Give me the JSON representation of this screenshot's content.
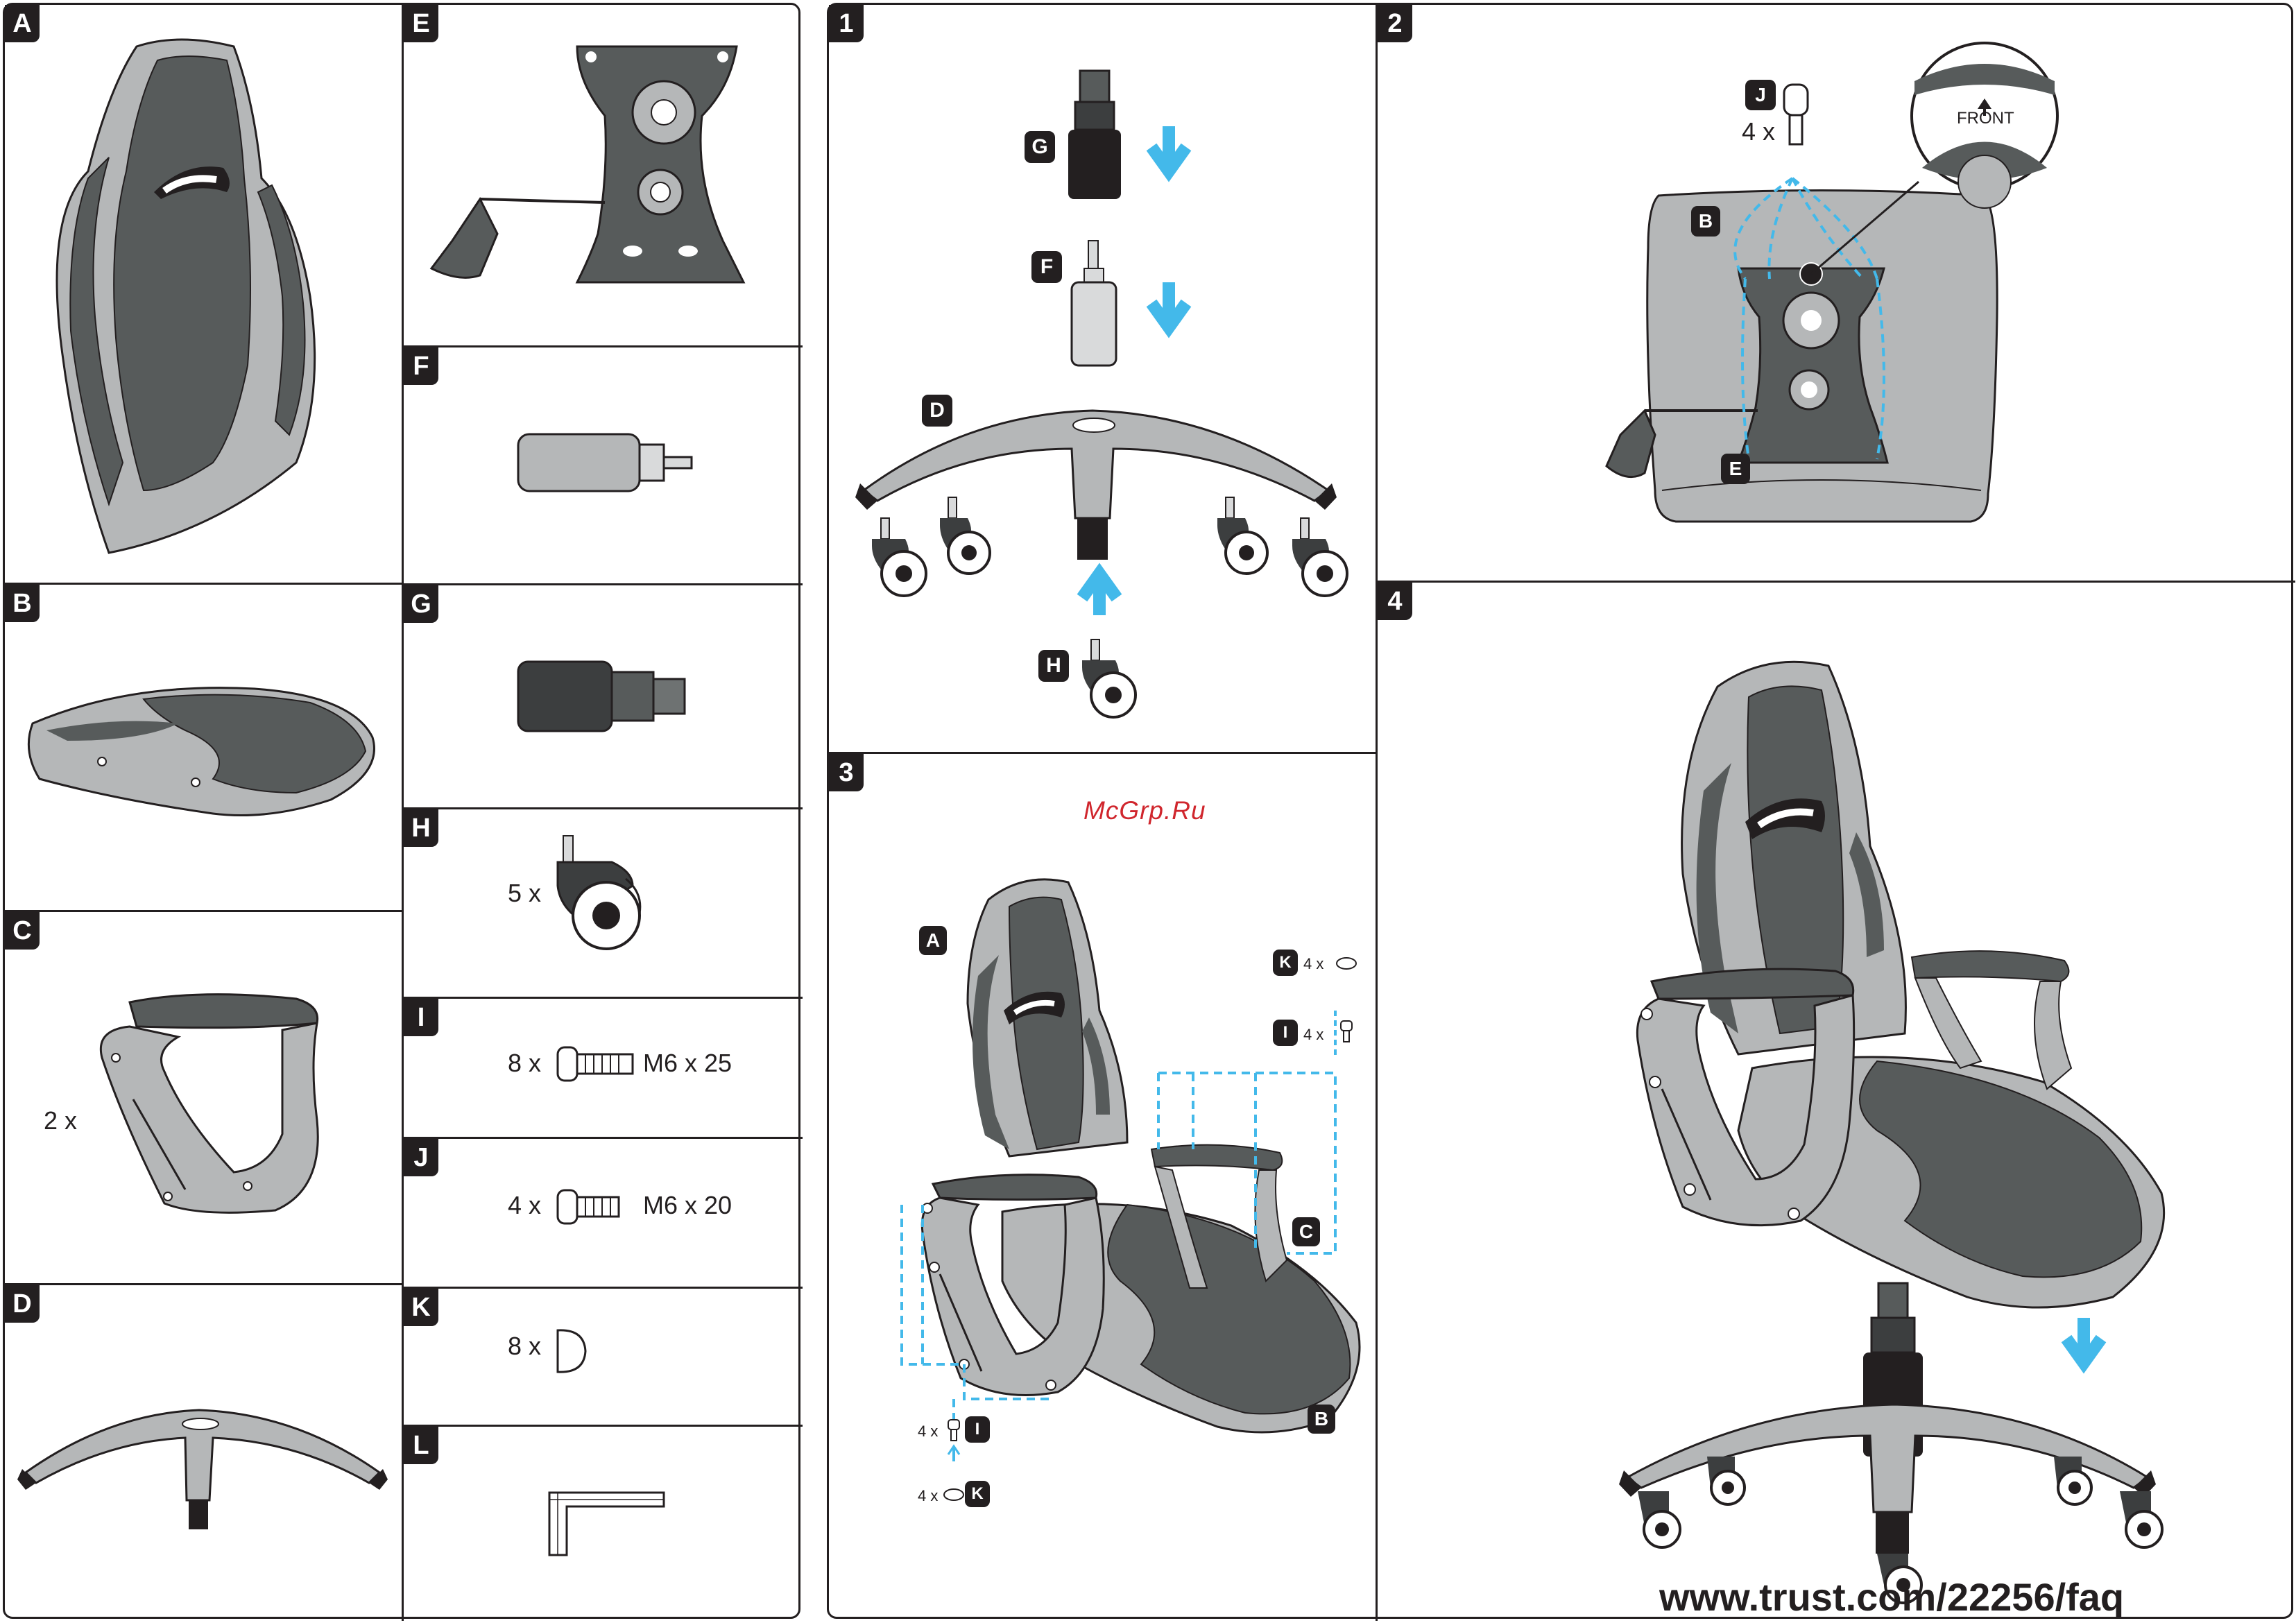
{
  "parts": {
    "A": {
      "label": "A"
    },
    "B": {
      "label": "B"
    },
    "C": {
      "label": "C",
      "qty": "2 x"
    },
    "D": {
      "label": "D"
    },
    "E": {
      "label": "E"
    },
    "F": {
      "label": "F"
    },
    "G": {
      "label": "G"
    },
    "H": {
      "label": "H",
      "qty": "5 x"
    },
    "I": {
      "label": "I",
      "qty": "8 x",
      "size": "M6 x 25"
    },
    "J": {
      "label": "J",
      "qty": "4 x",
      "size": "M6 x 20"
    },
    "K": {
      "label": "K",
      "qty": "8 x"
    },
    "L": {
      "label": "L"
    }
  },
  "steps": {
    "s1": {
      "label": "1",
      "callouts": {
        "G": "G",
        "F": "F",
        "D": "D",
        "H": "H"
      }
    },
    "s2": {
      "label": "2",
      "callouts": {
        "J": "J",
        "qty": "4 x",
        "B": "B",
        "E": "E",
        "front": "FRONT"
      }
    },
    "s3": {
      "label": "3",
      "callouts": {
        "A": "A",
        "B": "B",
        "C": "C",
        "K_top": "K",
        "K_top_qty": "4 x",
        "I_top": "I",
        "I_top_qty": "4 x",
        "I_bottom": "I",
        "I_bottom_qty": "4 x",
        "K_bottom": "K",
        "K_bottom_qty": "4 x"
      }
    },
    "s4": {
      "label": "4"
    }
  },
  "watermark": "McGrp.Ru",
  "url": "www.trust.com/22256/faq",
  "colors": {
    "dark": "#575b5b",
    "light": "#b5b7b8",
    "arrow": "#43b9ea",
    "ink": "#231f20"
  }
}
